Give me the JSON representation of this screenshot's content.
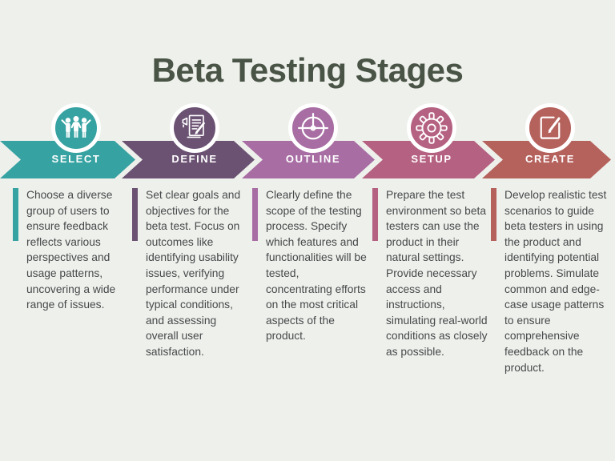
{
  "title": "Beta Testing Stages",
  "colors": {
    "background": "#eef0eb",
    "title_text": "#4a5446",
    "body_text": "#46494b",
    "stage_label_text": "#ffffff",
    "circle_ring": "#ffffff"
  },
  "stages": [
    {
      "label": "SELECT",
      "color": "#37a2a2",
      "icon": "team-icon",
      "description": "Choose a diverse group of users to ensure feedback reflects various perspectives and usage patterns, uncovering a wide range of issues."
    },
    {
      "label": "DEFINE",
      "color": "#6b5273",
      "icon": "document-megaphone-pen-icon",
      "description": "Set clear goals and objectives for the beta test. Focus on outcomes like identifying usability issues, verifying performance under typical conditions, and assessing overall user satisfaction."
    },
    {
      "label": "OUTLINE",
      "color": "#a86ea4",
      "icon": "target-crosshair-icon",
      "description": "Clearly define the scope of the testing process. Specify which features and functionalities will be tested, concentrating efforts on the most critical aspects of the product."
    },
    {
      "label": "SETUP",
      "color": "#b56181",
      "icon": "gear-icon",
      "description": "Prepare the test environment so beta testers can use the product in their natural settings. Provide necessary access and instructions, simulating real-world conditions as closely as possible."
    },
    {
      "label": "CREATE",
      "color": "#b5615c",
      "icon": "edit-pencil-icon",
      "description": "Develop realistic test scenarios to guide beta testers in using the product and identifying potential problems. Simulate common and edge-case usage patterns to ensure comprehensive feedback on the product."
    }
  ]
}
